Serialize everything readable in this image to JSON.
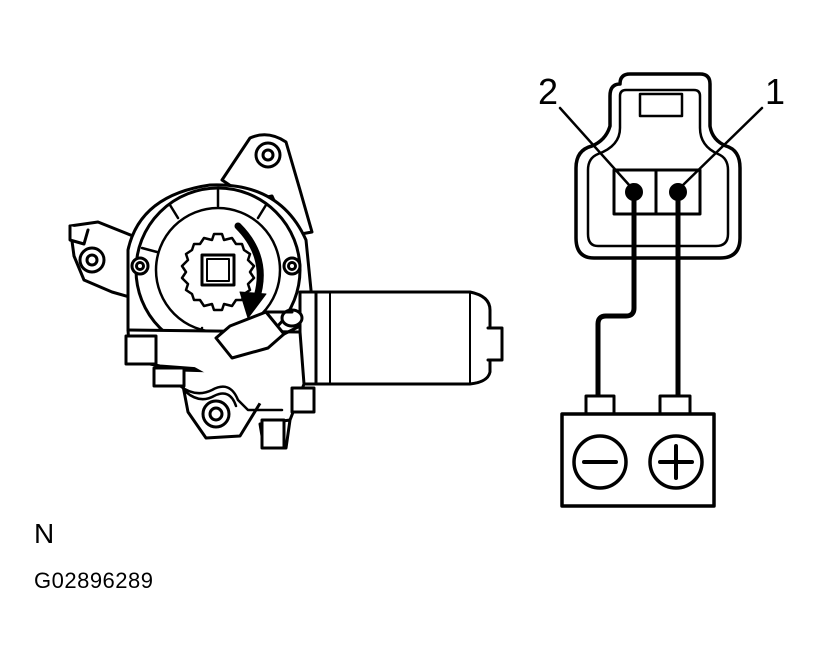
{
  "labels": {
    "pin_2": "2",
    "pin_1": "1",
    "view_letter": "N",
    "figure_code": "G02896289"
  },
  "colors": {
    "ink": "#000000",
    "paper": "#ffffff",
    "shade": "#cfcfcf"
  }
}
